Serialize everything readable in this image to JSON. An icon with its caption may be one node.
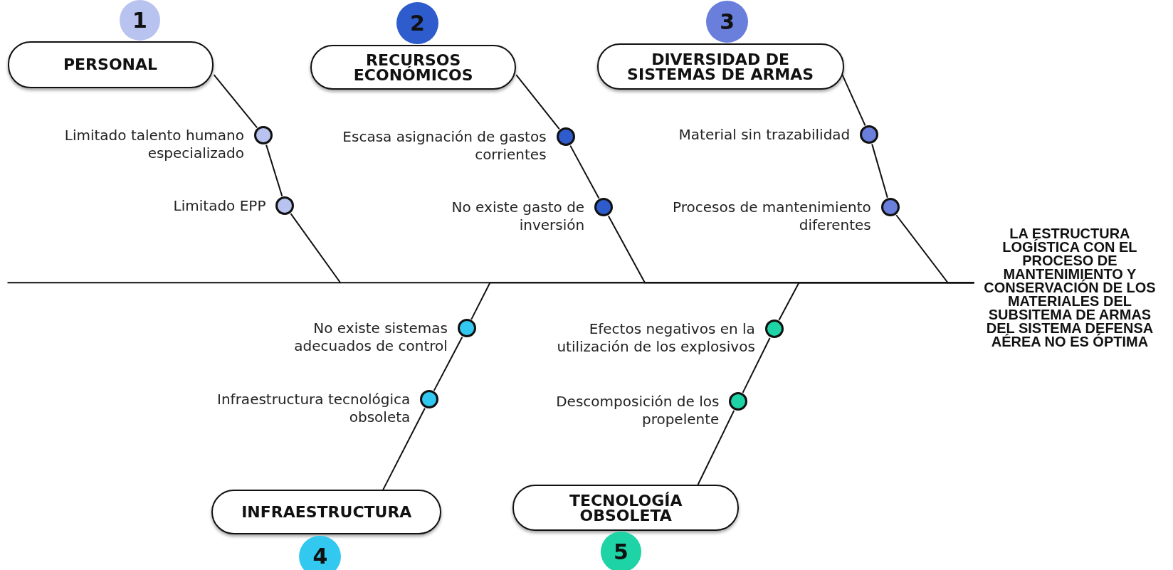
{
  "diagram": {
    "nodes": [
      {
        "text": [
          "1"
        ]
      },
      {
        "text": [
          "PERSONAL"
        ]
      },
      {
        "text": [],
        "shape": "circle",
        "beside": [
          "Limitado talento humano especializado"
        ]
      },
      {
        "text": [],
        "shape": "circle",
        "beside": [
          "Limitado EPP"
        ]
      },
      {
        "text": [
          "2"
        ]
      },
      {
        "text": [
          "RECURSOS ECONÓMICOS"
        ]
      },
      {
        "text": [],
        "shape": "circle",
        "beside": [
          "Escasa asignación de gastos corrientes"
        ]
      },
      {
        "text": [],
        "shape": "circle",
        "beside": [
          "No existe gasto de inversión"
        ]
      },
      {
        "text": [
          "3"
        ]
      },
      {
        "text": [
          "DIVERSIDAD DE SISTEMAS DE ARMAS"
        ]
      },
      {
        "text": [],
        "shape": "circle",
        "beside": [
          "Material sin trazabilidad"
        ]
      },
      {
        "text": [],
        "shape": "circle",
        "beside": [
          "Procesos de mantenimiento diferentes"
        ]
      },
      {
        "text": [],
        "shape": "circle",
        "beside": [
          "No existe sistemas adecuados de control"
        ]
      },
      {
        "text": [],
        "shape": "circle",
        "beside": [
          "Infraestructura tecnológica obsoleta"
        ]
      },
      {
        "text": [
          "INFRAESTRUCTURA"
        ]
      },
      {
        "text": [
          "4"
        ]
      },
      {
        "text": [],
        "shape": "circle",
        "beside": [
          "Efectos negativos en la utilización de los explosivos"
        ]
      },
      {
        "text": [],
        "shape": "circle",
        "beside": [
          "Descomposición de los propelente"
        ]
      },
      {
        "text": [
          "TECNOLOGÍA OBSOLETA"
        ]
      },
      {
        "text": [
          "5"
        ]
      },
      {
        "text": [
          "LA ESTRUCTURA LOGÍSTICA CON EL PROCESO DE MANTENIMIENTO Y CONSERVACIÓN DE LOS MATERIALES DEL SUBSITEMA DE ARMAS DEL SISTEMA DEFENSA AÉREA NO ES ÓPTIMA"
        ]
      }
    ],
    "edges": [
      {
        "from": 1,
        "to": 2,
        "arrow": "none"
      },
      {
        "from": 2,
        "to": 3,
        "arrow": "none"
      },
      {
        "from": 3,
        "to": 20,
        "arrow": "none"
      },
      {
        "from": 5,
        "to": 6,
        "arrow": "none"
      },
      {
        "from": 6,
        "to": 7,
        "arrow": "none"
      },
      {
        "from": 7,
        "to": 20,
        "arrow": "none"
      },
      {
        "from": 9,
        "to": 10,
        "arrow": "none"
      },
      {
        "from": 10,
        "to": 11,
        "arrow": "none"
      },
      {
        "from": 11,
        "to": 20,
        "arrow": "none"
      },
      {
        "from": 14,
        "to": 13,
        "arrow": "none"
      },
      {
        "from": 13,
        "to": 12,
        "arrow": "none"
      },
      {
        "from": 12,
        "to": 20,
        "arrow": "none"
      },
      {
        "from": 18,
        "to": 17,
        "arrow": "none"
      },
      {
        "from": 17,
        "to": 16,
        "arrow": "none"
      },
      {
        "from": 16,
        "to": 20,
        "arrow": "none"
      }
    ]
  }
}
